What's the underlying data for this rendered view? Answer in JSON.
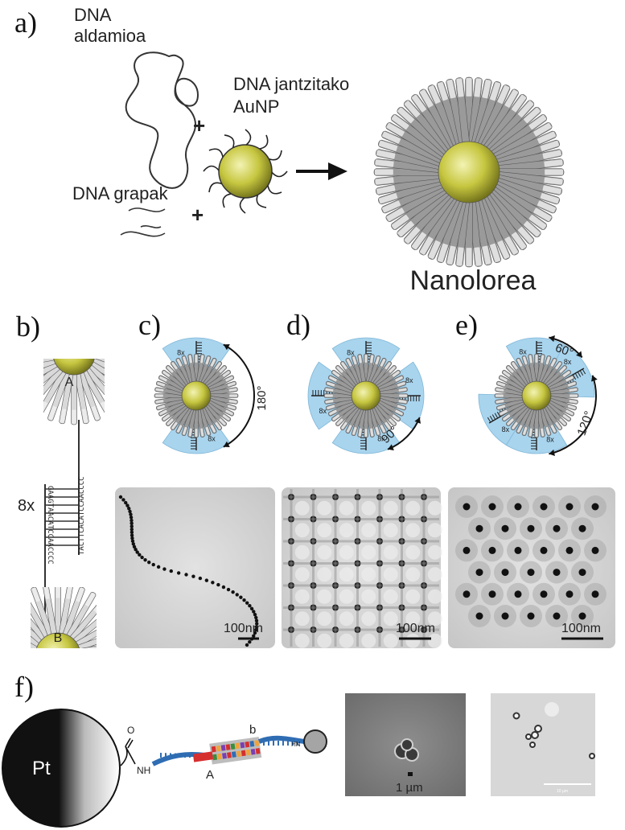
{
  "panels": {
    "a": {
      "letter": "a)",
      "label_scaffold": "DNA\naldamioa",
      "label_aunp": "DNA jantzitako\nAuNP",
      "label_staples": "DNA grapak",
      "plus": "+",
      "label_nanoflower": "Nanolorea"
    },
    "b": {
      "letter": "b)",
      "label_top": "A",
      "label_bottom": "B",
      "label_repeat": "8x",
      "seq_right": "TACTTCACATCCAACCCC",
      "seq_left": "GAAGTAACATCCAACCCC"
    },
    "c": {
      "letter": "c)",
      "badge": "8x",
      "angle": "180°",
      "scale_bar": "100nm"
    },
    "d": {
      "letter": "d)",
      "badge": "8x",
      "angle": "90°",
      "scale_bar": "100nm"
    },
    "e": {
      "letter": "e)",
      "badge": "8x",
      "angle_small": "60°",
      "angle_large": "120°",
      "scale_bar": "100nm"
    },
    "f": {
      "letter": "f)",
      "label_pt": "Pt",
      "label_o": "O",
      "label_nh": "NH",
      "label_hn": "HN",
      "label_a": "A",
      "label_b": "b",
      "scale_left": "1 µm",
      "scale_right": "10 µm"
    }
  },
  "colors": {
    "gold": "#c8c845",
    "gold_light": "#f2f2b0",
    "blue_patch": "#a8d4ee",
    "strand_blue": "#2f6db3",
    "strand_red": "#d62f2f",
    "strand_gray": "#9b9b9b",
    "pt_black": "#111111",
    "tem_bg": "#d6d6d6"
  }
}
